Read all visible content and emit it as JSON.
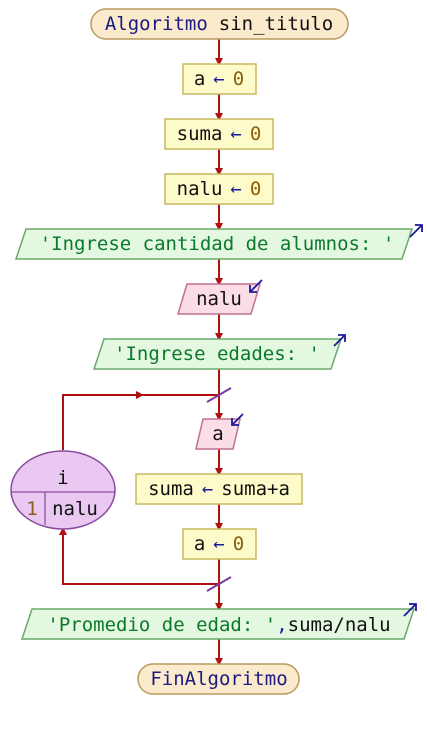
{
  "algorithm": {
    "start_keyword": "Algoritmo",
    "name": "sin_titulo",
    "end_keyword": "FinAlgoritmo"
  },
  "assign": {
    "arrow": "←",
    "a_var": "a",
    "a_val": "0",
    "suma_var": "suma",
    "suma_val": "0",
    "nalu_var": "nalu",
    "nalu_val": "0",
    "suma2_var": "suma",
    "suma2_expr": "suma+a",
    "a2_var": "a",
    "a2_val": "0"
  },
  "io": {
    "prompt_count": "'Ingrese cantidad de alumnos: '",
    "read_nalu": "nalu",
    "prompt_ages": "'Ingrese edades: '",
    "read_a": "a",
    "output_string": "'Promedio de edad: '",
    "output_sep": ",",
    "output_expr": "suma/nalu"
  },
  "loop": {
    "var": "i",
    "start": "1",
    "end": "nalu"
  },
  "colors": {
    "line": "#b01010",
    "terminal_fill": "#fbeacb",
    "terminal_stroke": "#b89a60",
    "assign_fill": "#fdfbc9",
    "assign_stroke": "#c8b860",
    "output_fill": "#e4f7e0",
    "output_stroke": "#6aa86a",
    "input_fill": "#fbdde8",
    "input_stroke": "#c07090",
    "loop_fill": "#e9c9f2",
    "loop_stroke": "#8a4aa0",
    "keyword": "#1a1a80",
    "string": "#0a7a2a",
    "number": "#8a6010",
    "operator": "#1a1a9a",
    "text": "#111111",
    "io_icon": "#1a1a9a",
    "tick": "#7a3aa0"
  }
}
